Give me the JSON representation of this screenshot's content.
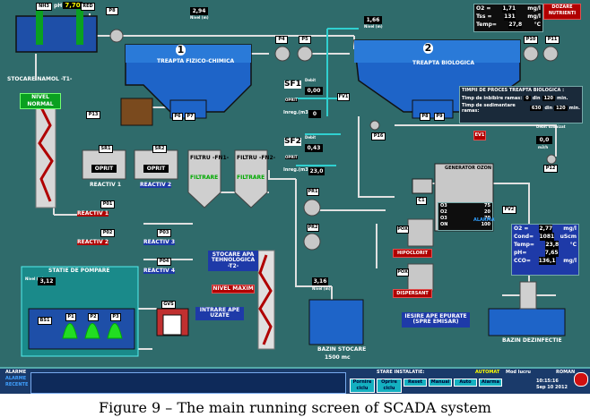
{
  "top": {
    "nh3_tag": "NH3",
    "ph_label": "pH",
    "ph_value": "7,70",
    "red_tag": "RED",
    "p8_tag": "P8",
    "level1_value": "2,94",
    "level1_unit": "Nivel (m)",
    "p4_tag": "P4",
    "p5_tag": "P5",
    "level2_value": "1,66",
    "level2_unit": "Nivel (m)",
    "p10_tag": "P10",
    "p11_tag": "P11",
    "dozare_label": "DOZARE NUTRIENTI"
  },
  "stage1": {
    "number": "1",
    "title": "TREAPTA FIZICO-CHIMICA",
    "pump_a": "P6",
    "pump_b": "P7"
  },
  "stage2": {
    "number": "2",
    "title": "TREAPTA BIOLOGICA",
    "pump_a": "P8",
    "pump_b": "P9"
  },
  "params_top": [
    {
      "label": "O2 =",
      "value": "1,71",
      "unit": "mg/l"
    },
    {
      "label": "Tss =",
      "value": "131",
      "unit": "mg/l"
    },
    {
      "label": "Temp=",
      "value": "27,8",
      "unit": "°C"
    }
  ],
  "timers": {
    "title": "TIMPII DE PROCES TREAPTA BIOLOGICA :",
    "aer_label": "Timp de inbibire ramas:",
    "aer_min": "0",
    "aer_total": "120",
    "aer_unit": "min.",
    "sed_label": "Timp de sedimentare ramas:",
    "sed_min": "630",
    "sed_total": "120",
    "sed_unit": "min.",
    "din": "din"
  },
  "sludge": {
    "title": "STOCARE NAMOL -T1-",
    "status": "NIVEL NORMAL",
    "pump": "P13"
  },
  "reactors": {
    "r1_state": "OPRIT",
    "r1_name": "REACTIV 1",
    "r1_tag": "SR1",
    "r2_state": "OPRIT",
    "r2_name": "REACTIV 2",
    "r2_tag": "SR2",
    "p01": "P01",
    "p01_label": "REACTIV 1",
    "p02": "P02",
    "p02_label": "REACTIV 2",
    "p03": "P03",
    "p03_label": "REACTIV 3",
    "p04": "P04",
    "p04_label": "REACTIV 4"
  },
  "filters": {
    "f1_name": "FILTRU -FN1-",
    "f1_state": "FILTRARE",
    "f2_name": "FILTRU -FN2-",
    "f2_state": "FILTRARE"
  },
  "sf": [
    {
      "name": "SF1",
      "flow_label": "Debit",
      "flow": "0,00",
      "state": "OPRIT",
      "cnt_label": "Inreg.(m3) =",
      "cnt": "0"
    },
    {
      "name": "SF2",
      "flow_label": "Debit",
      "flow": "0,43",
      "state": "OPRIT",
      "cnt_label": "Inreg.(m3) =",
      "cnt": "23,0"
    }
  ],
  "valves": {
    "fv": "FV1",
    "p16": "P16",
    "pr1": "PR1",
    "pr2": "PR2",
    "ev1": "EV1",
    "p12": "P12",
    "fv2": "FV2"
  },
  "tech_water": {
    "title": "STOCARE APA TEHNOLOGICA -T2-",
    "status": "NIVEL MAXIM"
  },
  "generator": {
    "title": "GENERATOR OZON",
    "c1": "C1",
    "rows": [
      {
        "label": "O3",
        "value": "75"
      },
      {
        "label": "O2",
        "value": "20"
      },
      {
        "label": "O3",
        "value": "70"
      },
      {
        "label": "ON",
        "value": "100"
      }
    ],
    "alarm": "ALARMA"
  },
  "ozone_debit": {
    "label": "Debit ozonizat",
    "value": "0,0",
    "unit": "m3/h"
  },
  "hypo": {
    "tag": "POX",
    "label": "HIPOCLORIT"
  },
  "disp": {
    "tag": "POX",
    "label": "DISPERSANT"
  },
  "params_right": [
    {
      "label": "O2 =",
      "value": "2,77",
      "unit": "mg/l"
    },
    {
      "label": "Cond=",
      "value": "1081",
      "unit": "uScm"
    },
    {
      "label": "Temp=",
      "value": "23,8",
      "unit": "°C"
    },
    {
      "label": "pH=",
      "value": "7,65",
      "unit": ""
    },
    {
      "label": "CCO=",
      "value": "136,1",
      "unit": "mg/l"
    }
  ],
  "pumping": {
    "title": "STATIE DE POMPARE",
    "level_label": "Nivel (m)",
    "level": "3,12",
    "bs1": "BS1",
    "p1": "P1",
    "p2": "P2",
    "p3": "P3",
    "gvs": "GVS",
    "inlet": "INTRARE APE UZATE"
  },
  "storage": {
    "level_value": "3,16",
    "level_unit": "Nivel (m)",
    "name": "BAZIN STOCARE",
    "capacity": "1500 mc"
  },
  "outlet": {
    "label": "IESIRE APE EPURATE (SPRE EMISAR)"
  },
  "disinfection": {
    "name": "BAZIN DEZINFECTIE"
  },
  "status_bar": {
    "alarms_line1": "ALARME",
    "alarms_line2": "ALARME",
    "alarms_line3": "RECENTE",
    "install_state": "STARE INSTALATIE:",
    "buttons": [
      "Pornire ciclu",
      "Oprire ciclu",
      "Reset",
      "Manual",
      "Auto",
      "Alarma"
    ],
    "auto_label": "AUTOMAT",
    "mode_label": "Mod lucru",
    "time": "10:15:16",
    "date": "Sep 10 2012",
    "logo": "ROMAN"
  },
  "caption": "Figure 9 – The main running screen of SCADA system"
}
